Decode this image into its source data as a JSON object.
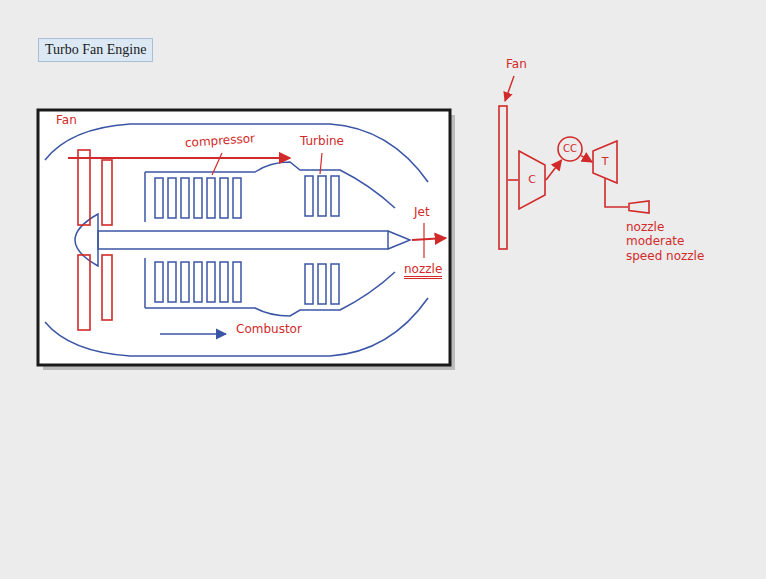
{
  "diagram": {
    "title": "Turbo Fan Engine",
    "nodes": [
      {
        "text": [
          "Fan"
        ]
      },
      {
        "text": [
          "C"
        ]
      },
      {
        "text": [
          "CC"
        ]
      },
      {
        "text": [
          "T"
        ]
      },
      {
        "text": [
          "nozzle moderate speed nozzle"
        ]
      }
    ],
    "edges": [
      {
        "from": 0,
        "to": 1,
        "arrow": "none"
      },
      {
        "from": 1,
        "to": 2,
        "arrow": "to"
      },
      {
        "from": 2,
        "to": 3,
        "arrow": "to"
      },
      {
        "from": 3,
        "to": 4,
        "arrow": "none"
      }
    ],
    "labels": [
      "Fan",
      "compressor",
      "Turbine",
      "Combustor",
      "Jet",
      "nozzle"
    ]
  }
}
